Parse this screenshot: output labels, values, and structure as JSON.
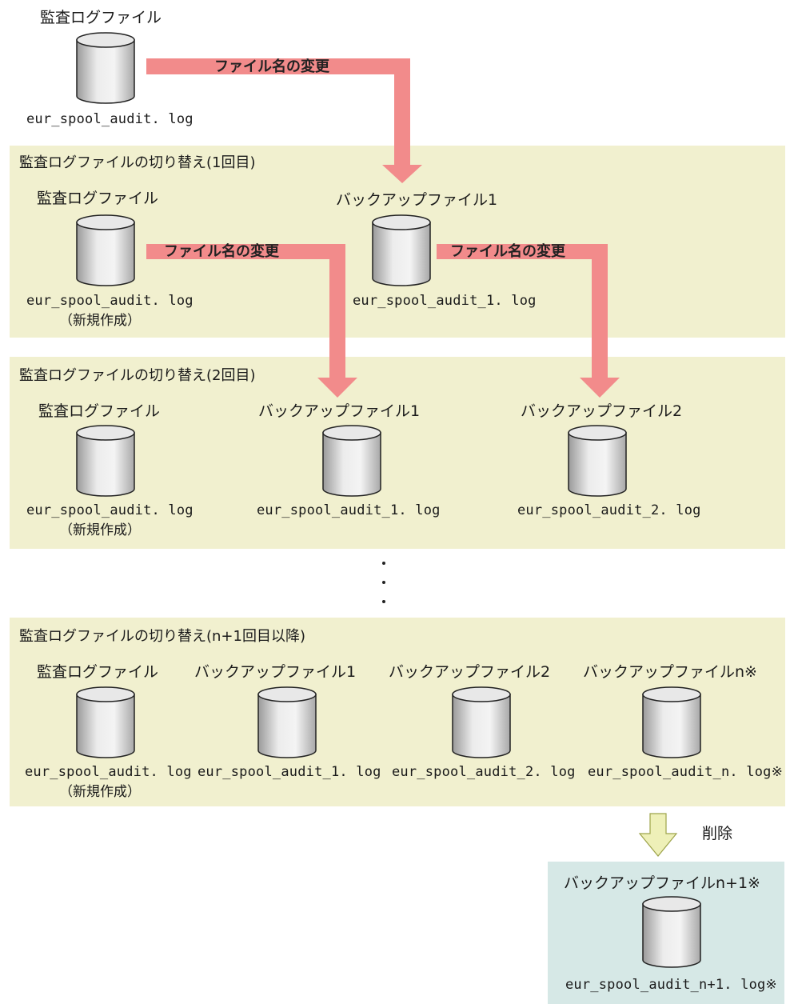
{
  "top": {
    "label": "監査ログファイル",
    "file": "eur_spool_audit. log"
  },
  "rename_label": "ファイル名の変更",
  "delete_label": "削除",
  "dots": "・",
  "stage1": {
    "title": "監査ログファイルの切り替え(1回目)",
    "audit_label": "監査ログファイル",
    "audit_file": "eur_spool_audit. log",
    "new_note": "（新規作成）",
    "backup1_label": "バックアップファイル1",
    "backup1_file": "eur_spool_audit_1. log"
  },
  "stage2": {
    "title": "監査ログファイルの切り替え(2回目)",
    "audit_label": "監査ログファイル",
    "audit_file": "eur_spool_audit. log",
    "new_note": "（新規作成）",
    "backup1_label": "バックアップファイル1",
    "backup1_file": "eur_spool_audit_1. log",
    "backup2_label": "バックアップファイル2",
    "backup2_file": "eur_spool_audit_2. log"
  },
  "stage3": {
    "title": "監査ログファイルの切り替え(n+1回目以降)",
    "audit_label": "監査ログファイル",
    "audit_file": "eur_spool_audit. log",
    "new_note": "（新規作成）",
    "backup1_label": "バックアップファイル1",
    "backup1_file": "eur_spool_audit_1. log",
    "backup2_label": "バックアップファイル2",
    "backup2_file": "eur_spool_audit_2. log",
    "backupn_label": "バックアップファイルn※",
    "backupn_file": "eur_spool_audit_n. log※"
  },
  "deleted": {
    "label": "バックアップファイルn+1※",
    "file": "eur_spool_audit_n+1. log※"
  },
  "colors": {
    "rename_arrow": "#f28b8b",
    "delete_arrow": "#eef0b8",
    "stage_bg": "#f1f0cf",
    "deleted_bg": "#d6e8e6",
    "cylinder_fill": "#e2e2e2"
  }
}
